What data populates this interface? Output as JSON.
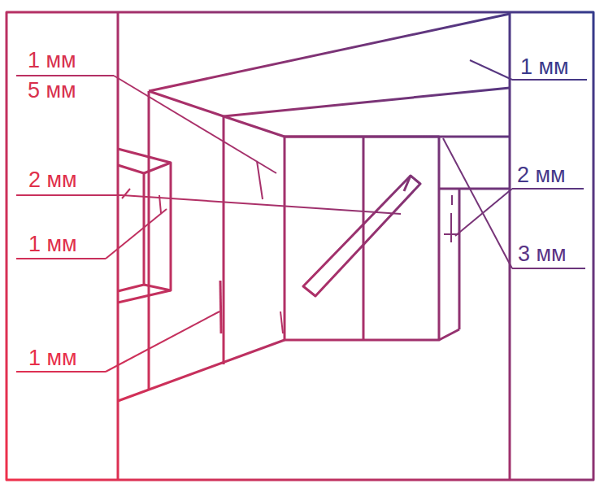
{
  "diagram": {
    "labels": [
      "1 мм",
      "5 мм",
      "1 мм",
      "2 мм",
      "2 мм",
      "1 мм",
      "3 мм",
      "1 мм"
    ]
  }
}
